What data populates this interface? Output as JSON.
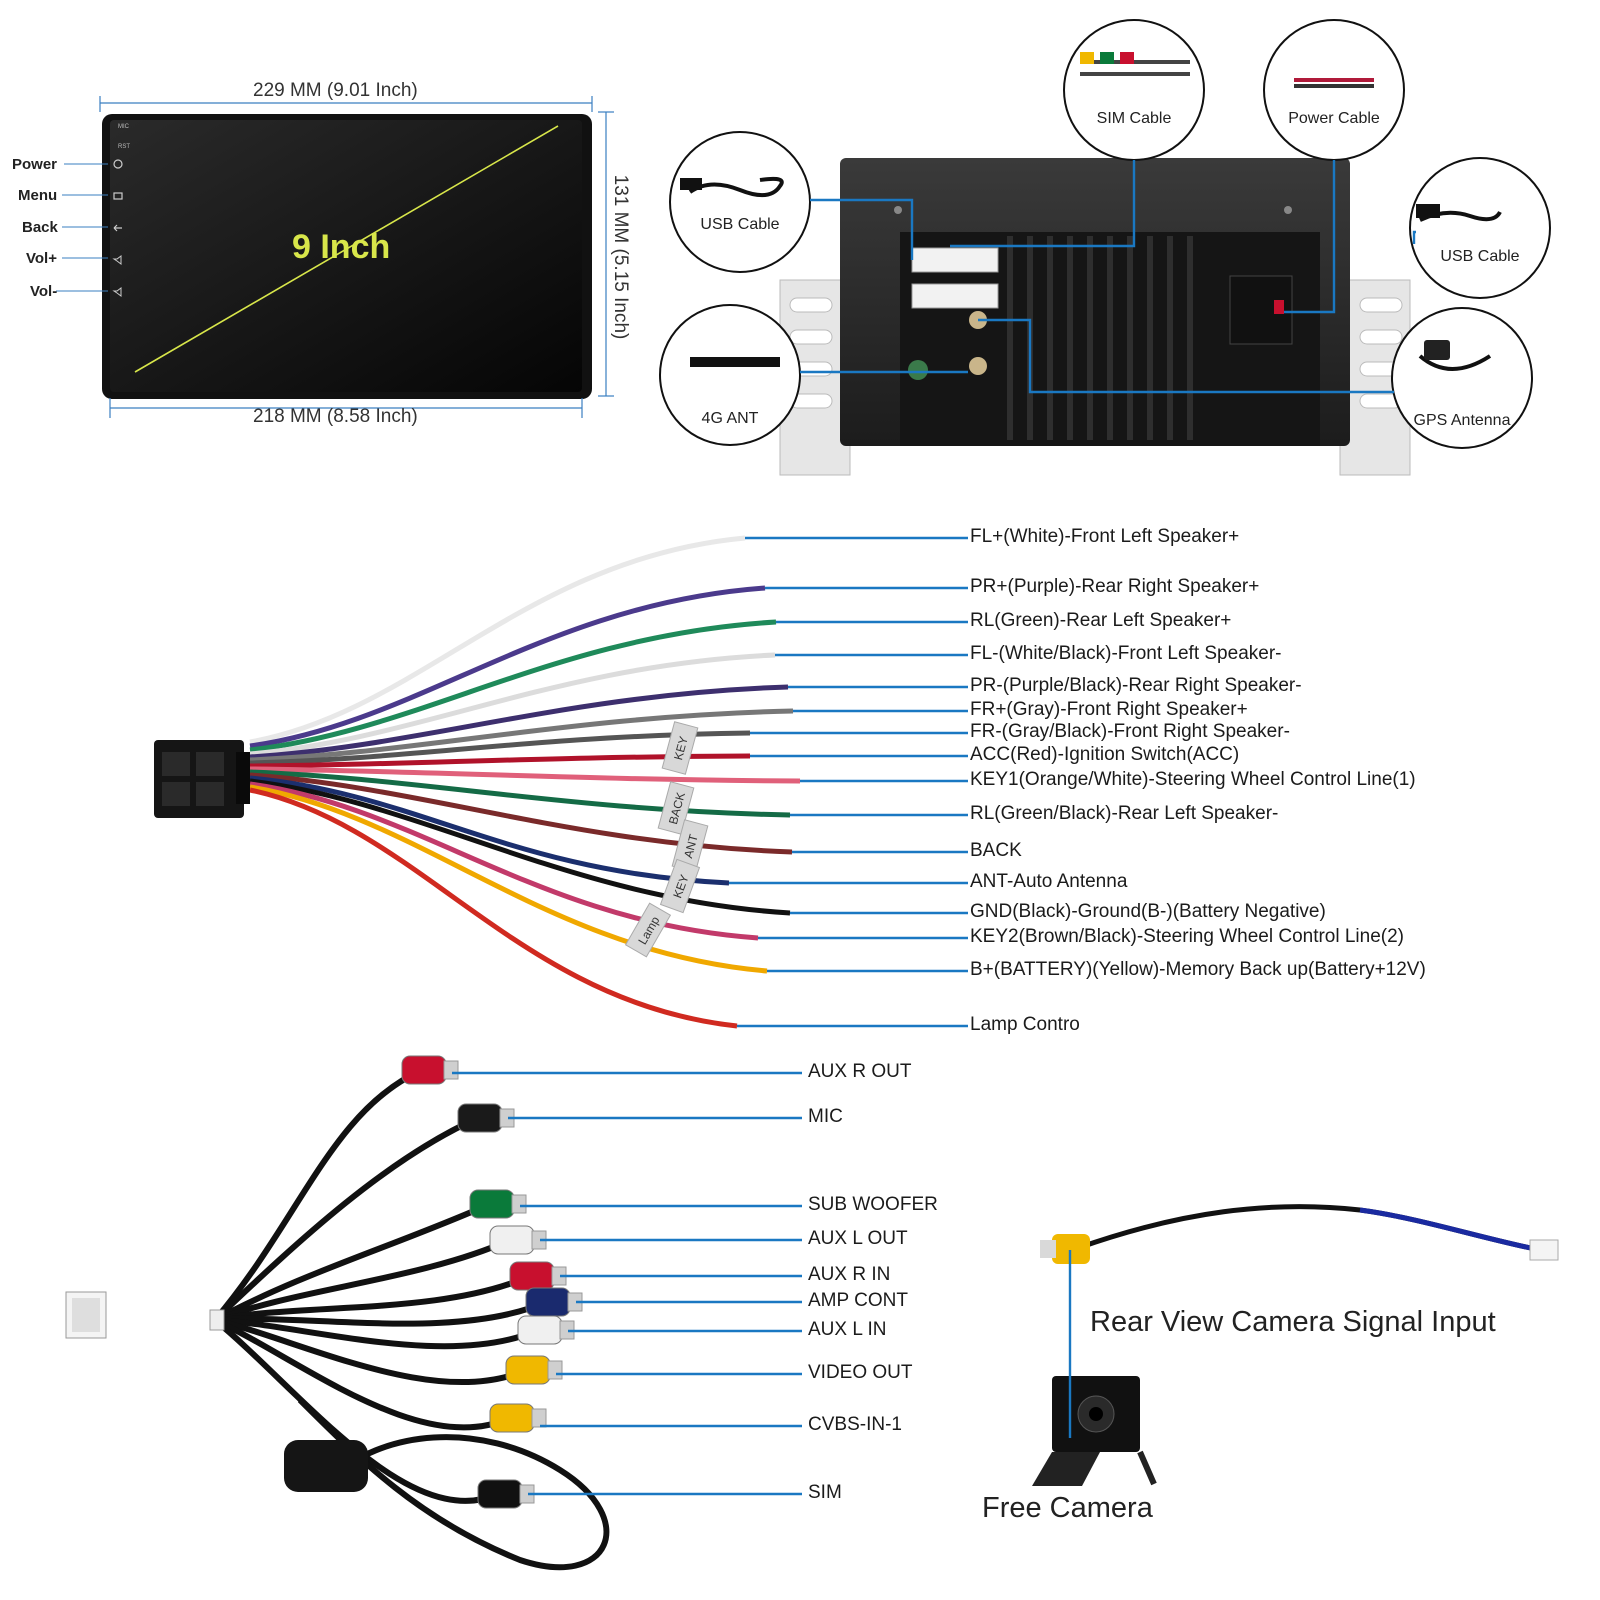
{
  "screen": {
    "size_label": "9 Inch",
    "top_dimension": "229 MM (9.01 Inch)",
    "bottom_dimension": "218 MM (8.58 Inch)",
    "side_dimension": "131 MM (5.15 Inch)",
    "mic_mark": "MIC",
    "rst_mark": "RST",
    "buttons": [
      "Power",
      "Menu",
      "Back",
      "Vol+",
      "Vol-"
    ]
  },
  "unit_callouts": {
    "sim_cable": "SIM Cable",
    "power_cable": "Power Cable",
    "usb_cable_left": "USB Cable",
    "usb_cable_right": "USB Cable",
    "ant_4g": "4G ANT",
    "gps_antenna": "GPS Antenna"
  },
  "harness_wires": [
    {
      "label": "FL+(White)-Front Left Speaker+",
      "color": "#e8e8e8"
    },
    {
      "label": "PR+(Purple)-Rear Right Speaker+",
      "color": "#4b3a8c"
    },
    {
      "label": "RL(Green)-Rear Left Speaker+",
      "color": "#1f8a5a"
    },
    {
      "label": "FL-(White/Black)-Front Left Speaker-",
      "color": "#dcdcdc"
    },
    {
      "label": "PR-(Purple/Black)-Rear Right Speaker-",
      "color": "#3d2f6e"
    },
    {
      "label": "FR+(Gray)-Front Right Speaker+",
      "color": "#777777"
    },
    {
      "label": "FR-(Gray/Black)-Front Right Speaker-",
      "color": "#555555"
    },
    {
      "label": "ACC(Red)-Ignition Switch(ACC)",
      "color": "#b0122a"
    },
    {
      "label": "KEY1(Orange/White)-Steering Wheel Control Line(1)",
      "color": "#e0607a"
    },
    {
      "label": "RL(Green/Black)-Rear Left Speaker-",
      "color": "#146b46"
    },
    {
      "label": "BACK",
      "color": "#7a2a2a"
    },
    {
      "label": "ANT-Auto Antenna",
      "color": "#1b2f6e"
    },
    {
      "label": "GND(Black)-Ground(B-)(Battery Negative)",
      "color": "#111111"
    },
    {
      "label": "KEY2(Brown/Black)-Steering Wheel Control Line(2)",
      "color": "#c23a6a"
    },
    {
      "label": "B+(BATTERY)(Yellow)-Memory Back up(Battery+12V)",
      "color": "#f0a800"
    },
    {
      "label": "Lamp Contro",
      "color": "#d02a20"
    }
  ],
  "harness_tags": [
    "KEY",
    "BACK",
    "ANT",
    "KEY",
    "Lamp"
  ],
  "rca_cables": [
    {
      "label": "AUX R OUT",
      "color": "#c8102e"
    },
    {
      "label": "MIC",
      "color": "#1a1a1a"
    },
    {
      "label": "SUB WOOFER",
      "color": "#0a7a3a"
    },
    {
      "label": "AUX L OUT",
      "color": "#f0f0f0"
    },
    {
      "label": "AUX R IN",
      "color": "#c8102e"
    },
    {
      "label": "AMP CONT",
      "color": "#1a2a6e"
    },
    {
      "label": "AUX L IN",
      "color": "#f0f0f0"
    },
    {
      "label": "VIDEO OUT",
      "color": "#f0b800"
    },
    {
      "label": "CVBS-IN-1",
      "color": "#f0b800"
    },
    {
      "label": "SIM",
      "color": "#111111"
    }
  ],
  "camera": {
    "signal_label": "Rear View Camera Signal Input",
    "camera_label": "Free Camera"
  },
  "colors": {
    "leader": "#1a78c2",
    "screen_line": "#d8e64a",
    "screen_text": "#d8e64a"
  }
}
